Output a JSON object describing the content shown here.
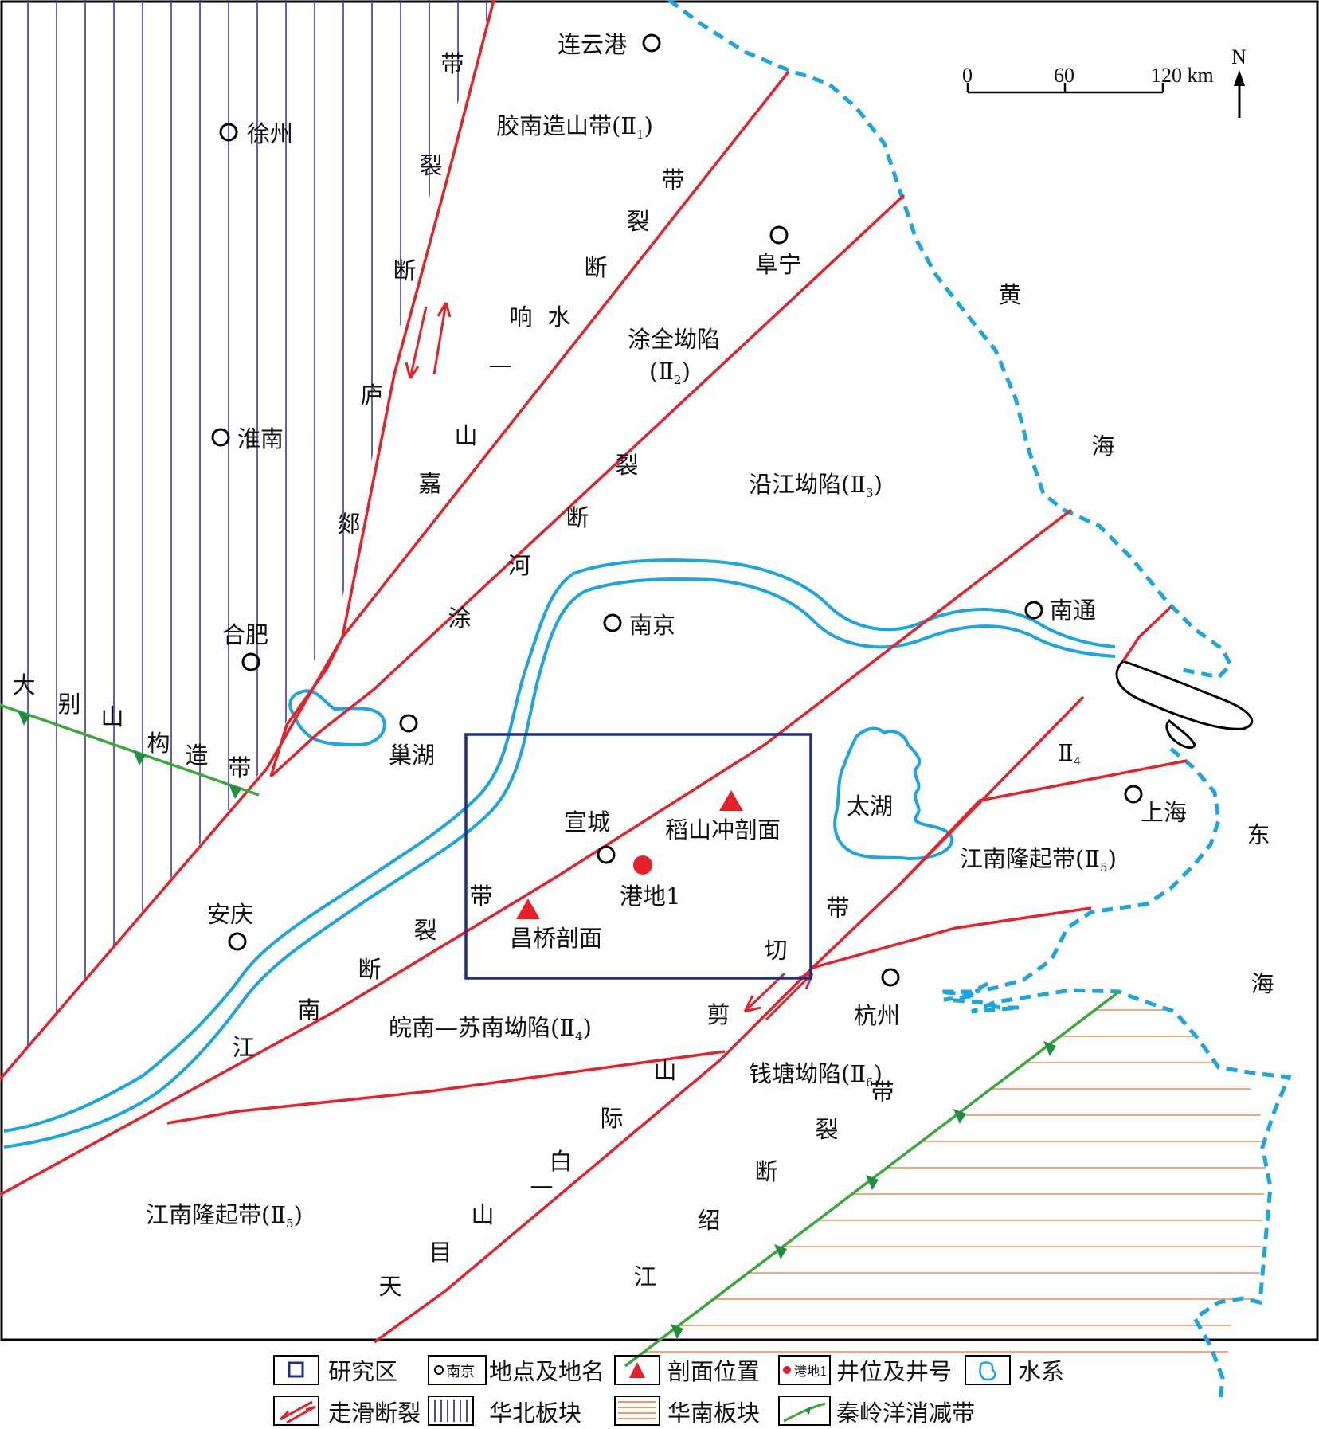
{
  "colors": {
    "fault": "#e8202a",
    "river": "#1aa6e0",
    "coast": "#1aa6e0",
    "study_area": "#1f2e8a",
    "north_china": "#3a3a9e",
    "south_china": "#f08a4b",
    "subduction": "#3aa83a",
    "subduction_tooth": "#1e8f3e"
  },
  "cities": [
    {
      "key": "lianyungang",
      "name": "连云港"
    },
    {
      "key": "xuzhou",
      "name": "徐州"
    },
    {
      "key": "funing",
      "name": "阜宁"
    },
    {
      "key": "huainan",
      "name": "淮南"
    },
    {
      "key": "hefei",
      "name": "合肥"
    },
    {
      "key": "nanjing",
      "name": "南京"
    },
    {
      "key": "nantong",
      "name": "南通"
    },
    {
      "key": "chaohu",
      "name": "巢湖"
    },
    {
      "key": "xuancheng",
      "name": "宣城"
    },
    {
      "key": "anqing",
      "name": "安庆"
    },
    {
      "key": "shanghai",
      "name": "上海"
    },
    {
      "key": "hangzhou",
      "name": "杭州"
    }
  ],
  "regions": {
    "jiaonan": {
      "main": "胶南造山带(Ⅱ",
      "sub": "1",
      "close": ")"
    },
    "tuquan": {
      "main": "涂全坳陷",
      "line2": "(Ⅱ",
      "sub": "2",
      "close": ")"
    },
    "yanjiang": {
      "main": "沿江坳陷(Ⅱ",
      "sub": "3",
      "close": ")"
    },
    "wannan": {
      "main": "皖南—苏南坳陷(Ⅱ",
      "sub": "4",
      "close": ")"
    },
    "jiangnan_e": {
      "main": "江南隆起带(Ⅱ",
      "sub": "5",
      "close": ")"
    },
    "jiangnan_w": {
      "main": "江南隆起带(Ⅱ",
      "sub": "5",
      "close": ")"
    },
    "qiantang": {
      "main": "钱塘坳陷(Ⅱ",
      "sub": "6",
      "close": ")"
    },
    "ii4": {
      "main": "Ⅱ",
      "sub": "4"
    }
  },
  "sea": {
    "huanghai": [
      "黄",
      "海"
    ],
    "donghai": [
      "东",
      "海"
    ]
  },
  "lake": {
    "taihu": "太湖"
  },
  "profiles": {
    "daoshanchong": "稻山冲剖面",
    "changqiao": "昌桥剖面"
  },
  "well": {
    "name": "港地1"
  },
  "faults": {
    "tanlu": [
      "郯",
      "庐",
      "断",
      "裂",
      "带"
    ],
    "jiashan": [
      "嘉",
      "山",
      "—",
      "响",
      "水",
      "断",
      "裂",
      "带"
    ],
    "tuhe": [
      "涂",
      "河",
      "断",
      "裂"
    ],
    "jiangnan": [
      "江",
      "南",
      "断",
      "裂",
      "带"
    ],
    "tianmu": [
      "天",
      "目",
      "山",
      "—",
      "白",
      "际",
      "山"
    ],
    "shear": [
      "剪",
      "切",
      "带"
    ],
    "jiangshao": [
      "江",
      "绍",
      "断",
      "裂",
      "带"
    ],
    "dabie": [
      "大",
      "别",
      "山",
      "构",
      "造",
      "带"
    ]
  },
  "scale": {
    "ticks": [
      "0",
      "60",
      "120 km"
    ]
  },
  "north": "N",
  "legend": [
    {
      "key": "study",
      "label": "研究区"
    },
    {
      "key": "place",
      "label": "地点及地名",
      "sample": "南京"
    },
    {
      "key": "profile",
      "label": "剖面位置"
    },
    {
      "key": "well",
      "label": "井位及井号",
      "sample": "港地1"
    },
    {
      "key": "water",
      "label": "水系"
    },
    {
      "key": "strike_slip",
      "label": "走滑断裂"
    },
    {
      "key": "north_china",
      "label": "华北板块"
    },
    {
      "key": "south_china",
      "label": "华南板块"
    },
    {
      "key": "subduction",
      "label": "秦岭洋消减带"
    }
  ]
}
